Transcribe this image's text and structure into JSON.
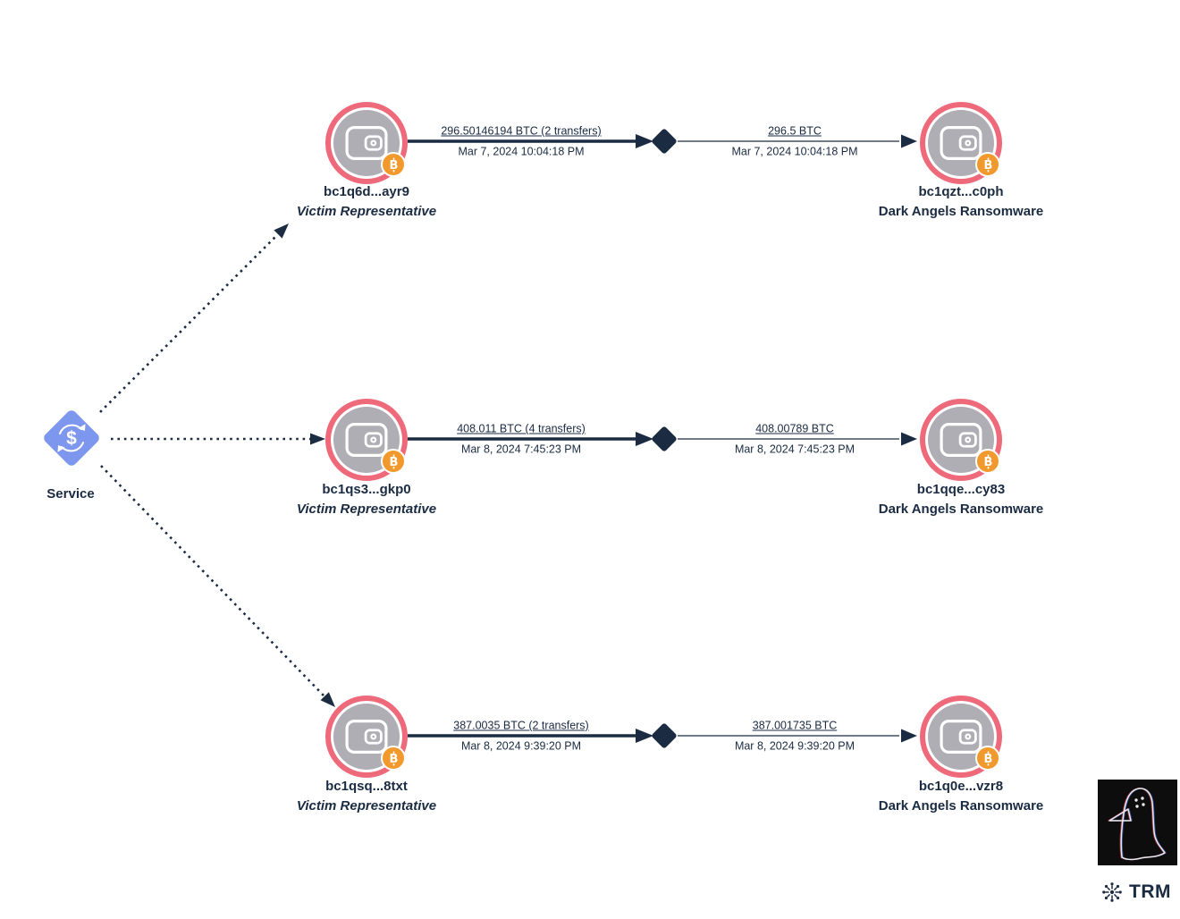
{
  "colors": {
    "navy": "#1A2B42",
    "pink": "#EE6A7B",
    "gray": "#AEAEB4",
    "orange": "#F1992C",
    "blue": "#7E97EE",
    "edgeGray": "#6F7B89",
    "boxBlack": "#0D0D0D"
  },
  "service": {
    "label": "Service",
    "dollar_glyph": "$"
  },
  "icons": {
    "bitcoin_glyph": "B"
  },
  "rows": [
    {
      "source": {
        "address": "bc1q6d...ayr9",
        "category": "Victim Representative"
      },
      "hop1": {
        "amount": "296.50146194 BTC (2 transfers)",
        "date": "Mar 7, 2024 10:04:18 PM"
      },
      "hop2": {
        "amount": "296.5 BTC",
        "date": "Mar 7, 2024 10:04:18 PM"
      },
      "target": {
        "address": "bc1qzt...c0ph",
        "category": "Dark Angels Ransomware"
      }
    },
    {
      "source": {
        "address": "bc1qs3...gkp0",
        "category": "Victim Representative"
      },
      "hop1": {
        "amount": "408.011 BTC (4 transfers)",
        "date": "Mar 8, 2024 7:45:23 PM"
      },
      "hop2": {
        "amount": "408.00789 BTC",
        "date": "Mar 8, 2024 7:45:23 PM"
      },
      "target": {
        "address": "bc1qqe...cy83",
        "category": "Dark Angels Ransomware"
      }
    },
    {
      "source": {
        "address": "bc1qsq...8txt",
        "category": "Victim Representative"
      },
      "hop1": {
        "amount": "387.0035 BTC (2 transfers)",
        "date": "Mar 8, 2024 9:39:20 PM"
      },
      "hop2": {
        "amount": "387.001735 BTC",
        "date": "Mar 8, 2024 9:39:20 PM"
      },
      "target": {
        "address": "bc1q0e...vzr8",
        "category": "Dark Angels Ransomware"
      }
    }
  ],
  "branding": {
    "logo_text": "TRM"
  }
}
